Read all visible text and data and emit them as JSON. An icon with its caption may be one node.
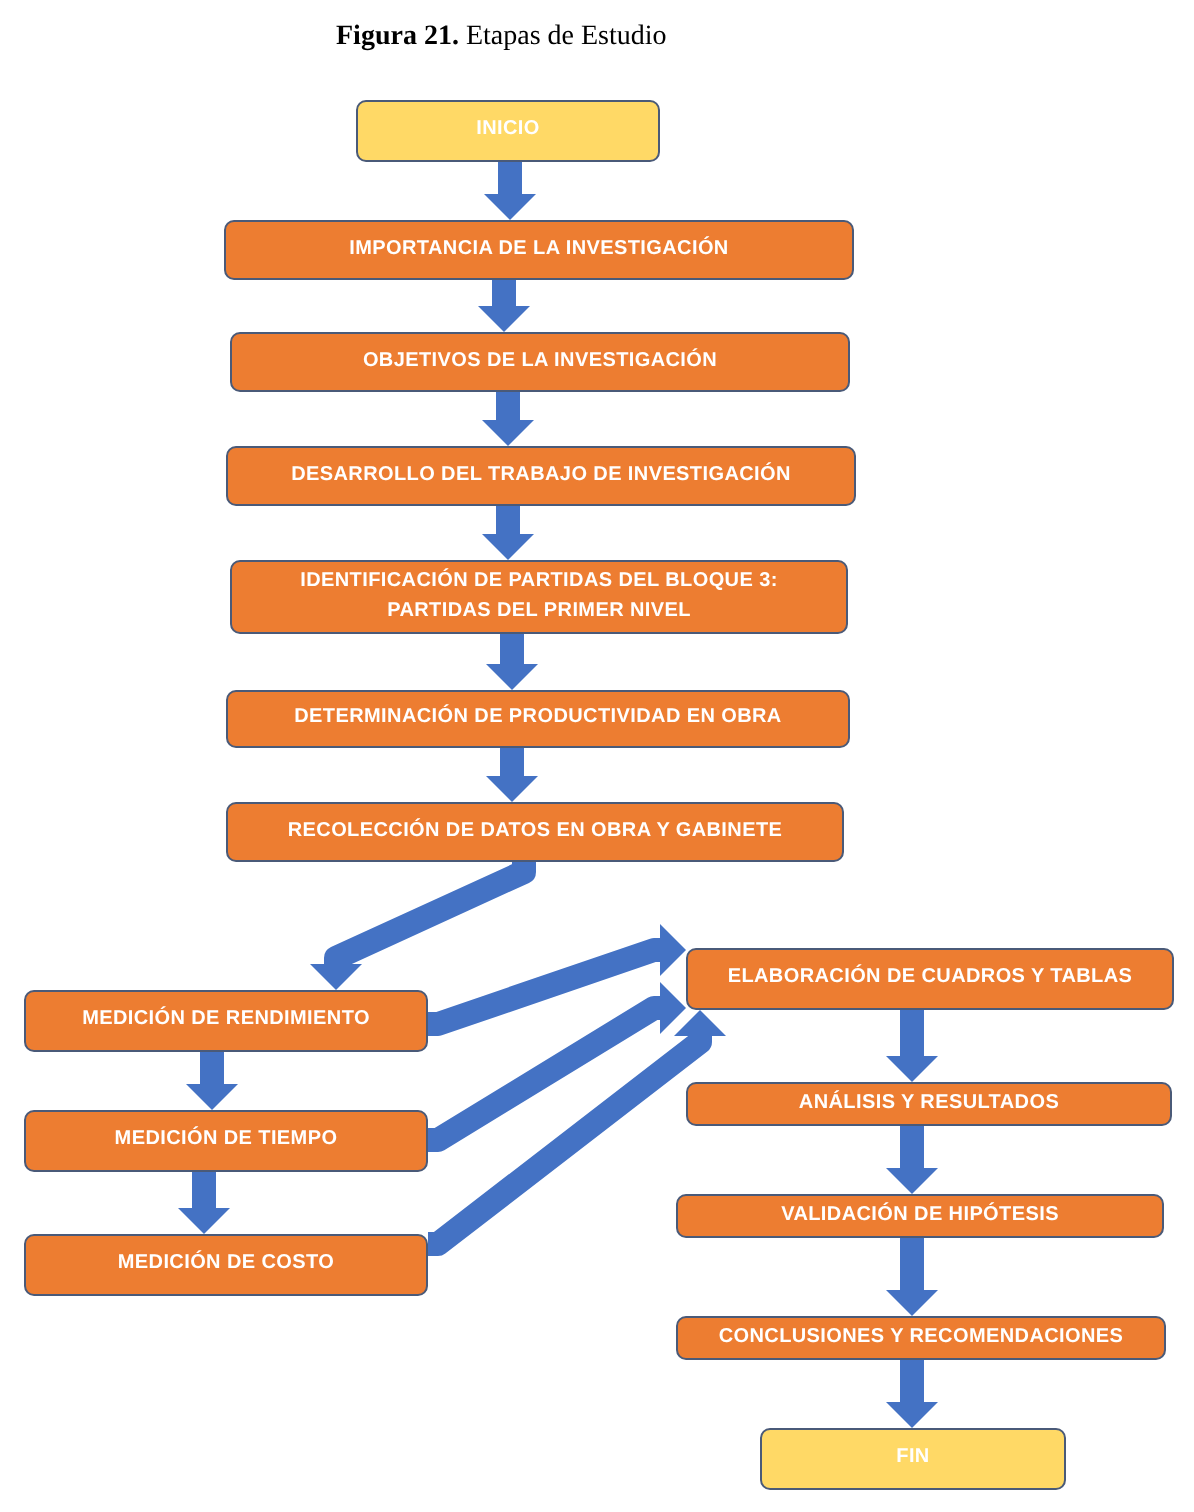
{
  "diagram": {
    "title": "**Figura 21.** Etapas de Estudio",
    "nodes": [
      {
        "text": [
          "INICIO"
        ]
      },
      {
        "text": [
          "IMPORTANCIA DE LA INVESTIGACIÓN"
        ]
      },
      {
        "text": [
          "OBJETIVOS DE LA INVESTIGACIÓN"
        ]
      },
      {
        "text": [
          "DESARROLLO DEL TRABAJO DE INVESTIGACIÓN"
        ]
      },
      {
        "text": [
          "IDENTIFICACIÓN DE PARTIDAS DEL BLOQUE 3: PARTIDAS DEL PRIMER NIVEL"
        ]
      },
      {
        "text": [
          "DETERMINACIÓN DE PRODUCTIVIDAD EN OBRA"
        ]
      },
      {
        "text": [
          "RECOLECCIÓN DE DATOS EN OBRA Y GABINETE"
        ]
      },
      {
        "text": [
          "MEDICIÓN DE RENDIMIENTO"
        ]
      },
      {
        "text": [
          "MEDICIÓN DE TIEMPO"
        ]
      },
      {
        "text": [
          "MEDICIÓN DE COSTO"
        ]
      },
      {
        "text": [
          "ELABORACIÓN DE CUADROS Y TABLAS"
        ]
      },
      {
        "text": [
          "ANÁLISIS Y RESULTADOS"
        ]
      },
      {
        "text": [
          "VALIDACIÓN DE HIPÓTESIS"
        ]
      },
      {
        "text": [
          "CONCLUSIONES Y RECOMENDACIONES"
        ]
      },
      {
        "text": [
          "FIN"
        ]
      }
    ],
    "edges": [
      {
        "from": 0,
        "to": 1,
        "arrow": "to"
      },
      {
        "from": 1,
        "to": 2,
        "arrow": "to"
      },
      {
        "from": 2,
        "to": 3,
        "arrow": "to"
      },
      {
        "from": 3,
        "to": 4,
        "arrow": "to"
      },
      {
        "from": 4,
        "to": 5,
        "arrow": "to"
      },
      {
        "from": 5,
        "to": 6,
        "arrow": "to"
      },
      {
        "from": 6,
        "to": 7,
        "arrow": "to"
      },
      {
        "from": 7,
        "to": 8,
        "arrow": "to"
      },
      {
        "from": 8,
        "to": 9,
        "arrow": "to"
      },
      {
        "from": 7,
        "to": 10,
        "arrow": "to"
      },
      {
        "from": 8,
        "to": 10,
        "arrow": "to"
      },
      {
        "from": 9,
        "to": 10,
        "arrow": "to"
      },
      {
        "from": 10,
        "to": 11,
        "arrow": "to"
      },
      {
        "from": 11,
        "to": 12,
        "arrow": "to"
      },
      {
        "from": 12,
        "to": 13,
        "arrow": "to"
      },
      {
        "from": 13,
        "to": 14,
        "arrow": "to"
      }
    ]
  }
}
